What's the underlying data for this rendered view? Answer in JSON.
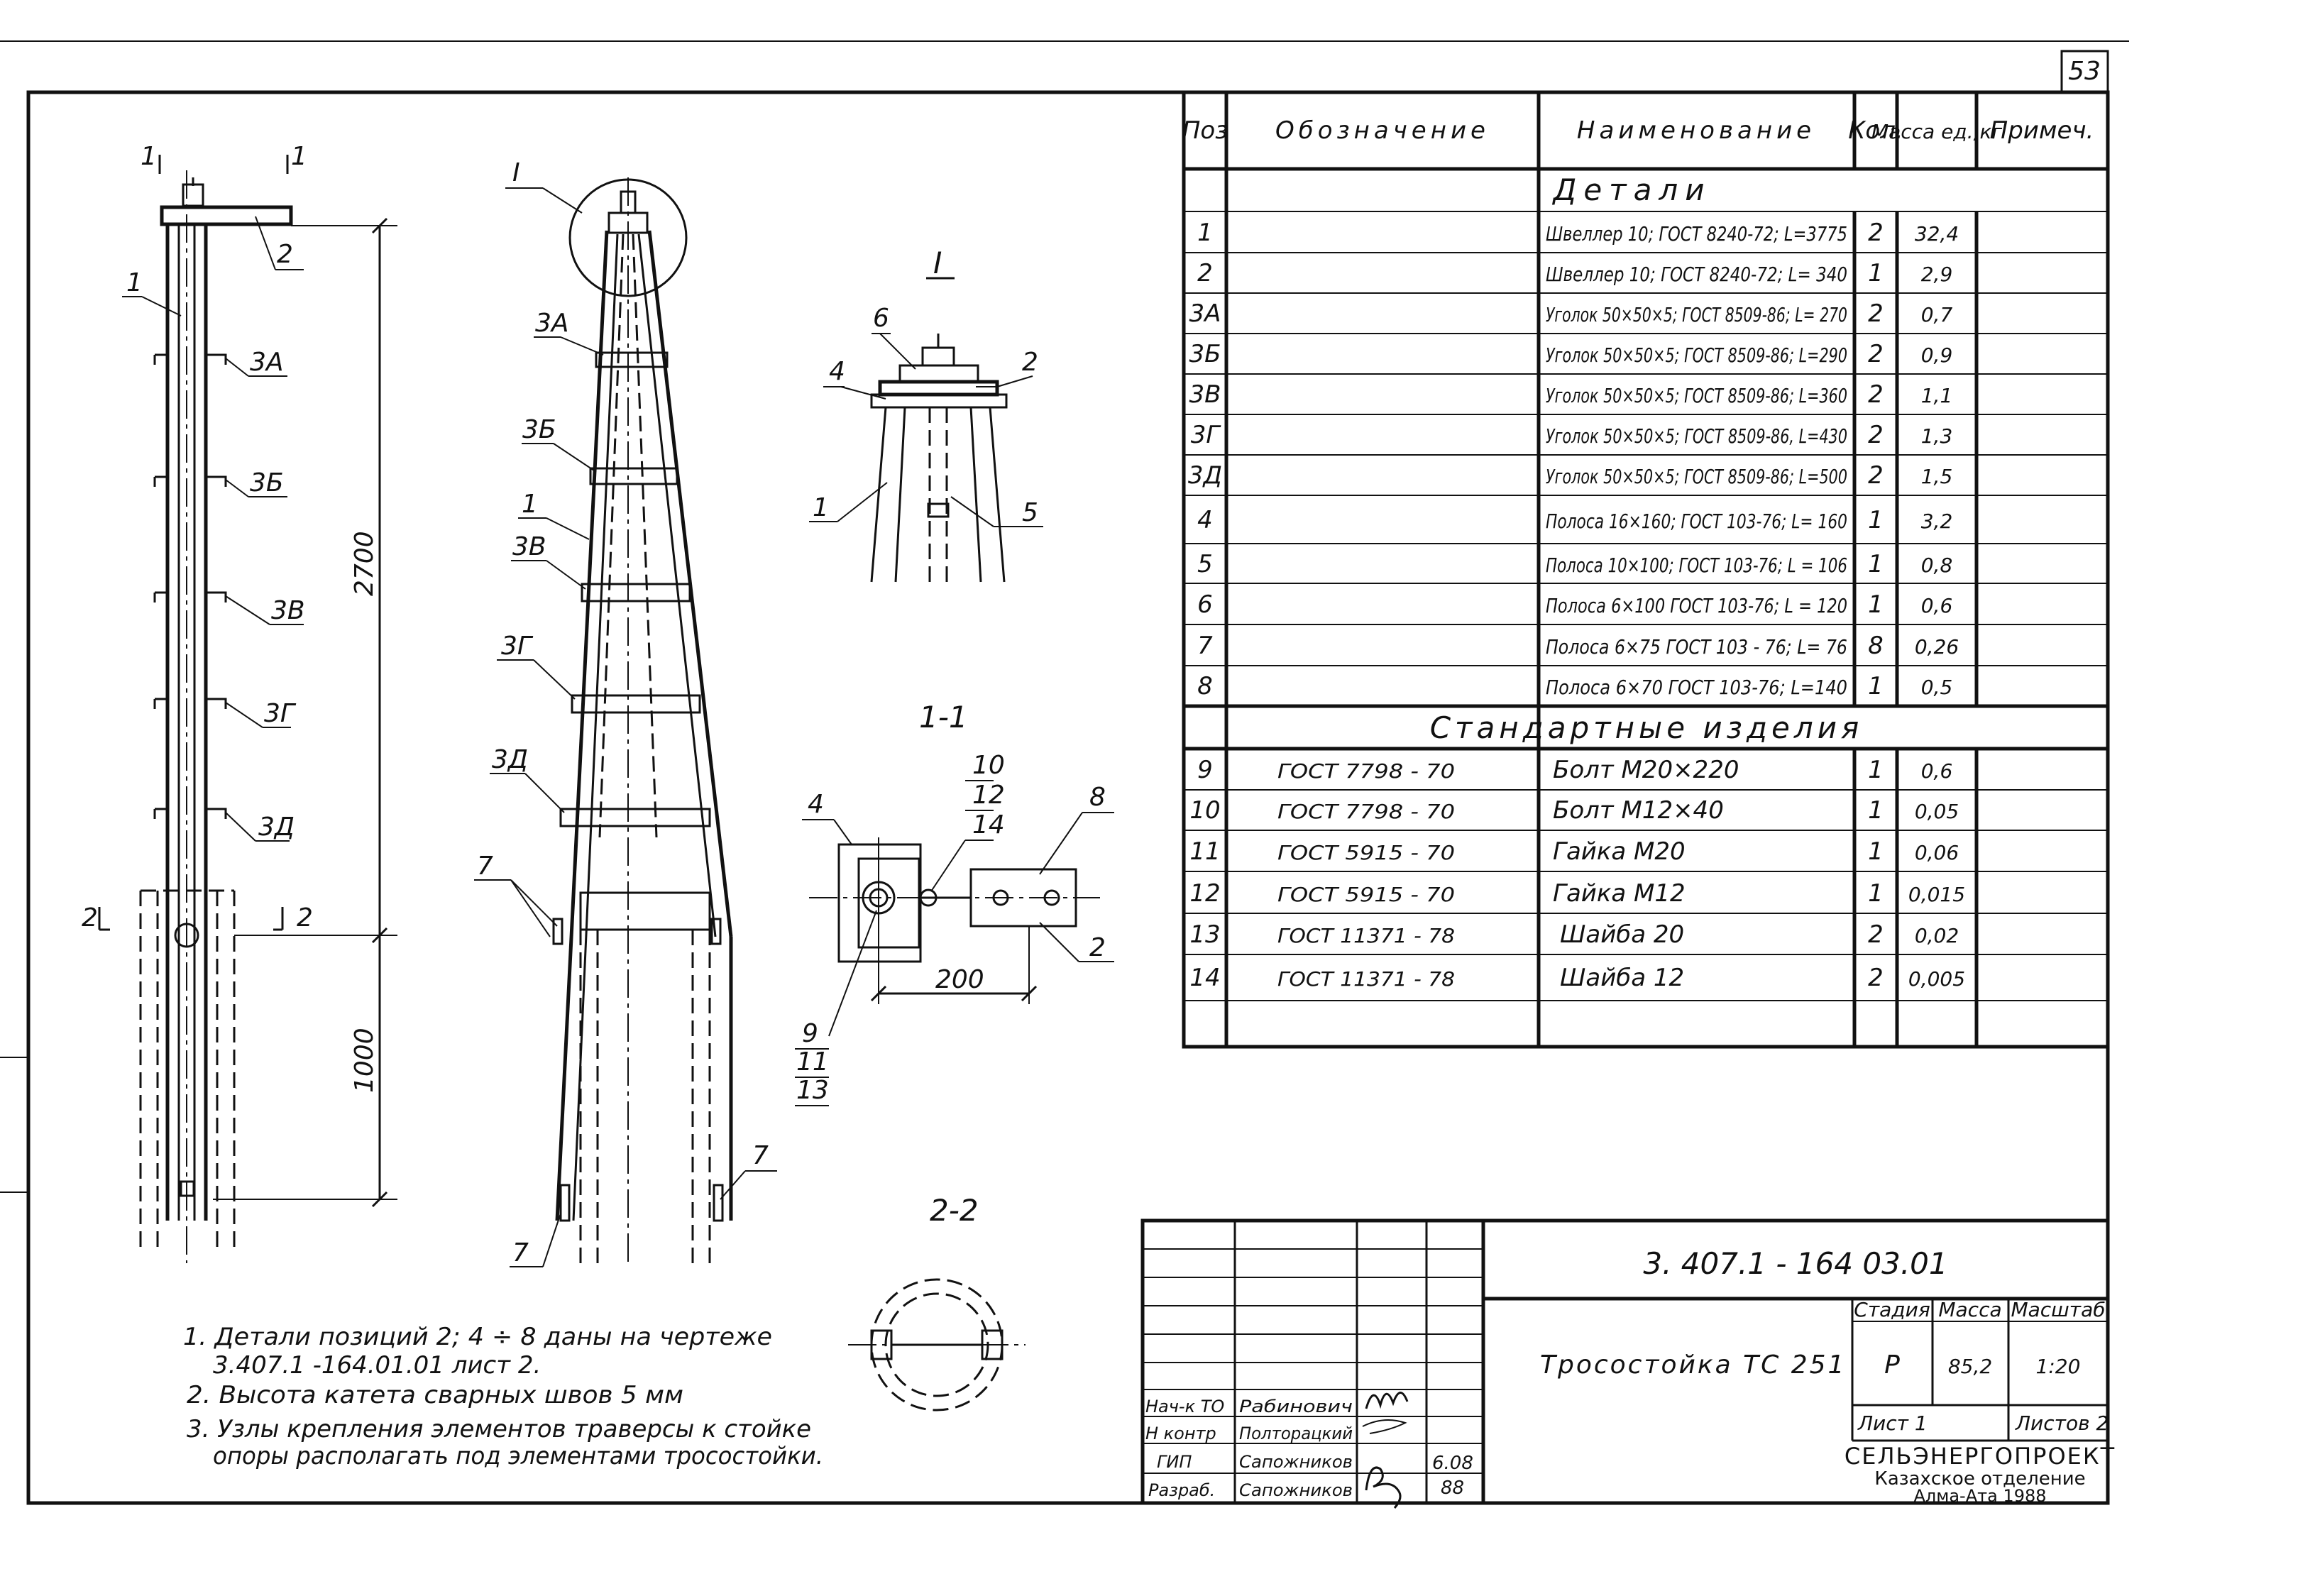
{
  "sheet_number": "53",
  "table": {
    "headers": {
      "pos": "Поз",
      "designation": "Обозначение",
      "name": "Наименование",
      "qty": "Кол.",
      "mass": "Масса ед.,кг",
      "note": "Примеч."
    },
    "section_details": "Детали",
    "details": [
      {
        "pos": "1",
        "designation": "",
        "name": "Швеллер 10; ГОСТ 8240-72; L=3775",
        "qty": "2",
        "mass": "32,4"
      },
      {
        "pos": "2",
        "designation": "",
        "name": "Швеллер 10; ГОСТ 8240-72; L= 340",
        "qty": "1",
        "mass": "2,9"
      },
      {
        "pos": "3А",
        "designation": "",
        "name": "Уголок 50×50×5; ГОСТ 8509-86; L= 270",
        "qty": "2",
        "mass": "0,7"
      },
      {
        "pos": "3Б",
        "designation": "",
        "name": "Уголок 50×50×5; ГОСТ 8509-86; L=290",
        "qty": "2",
        "mass": "0,9"
      },
      {
        "pos": "3В",
        "designation": "",
        "name": "Уголок 50×50×5; ГОСТ 8509-86; L=360",
        "qty": "2",
        "mass": "1,1"
      },
      {
        "pos": "3Г",
        "designation": "",
        "name": "Уголок 50×50×5; ГОСТ 8509-86, L=430",
        "qty": "2",
        "mass": "1,3"
      },
      {
        "pos": "3Д",
        "designation": "",
        "name": "Уголок 50×50×5; ГОСТ 8509-86; L=500",
        "qty": "2",
        "mass": "1,5"
      },
      {
        "pos": "4",
        "designation": "",
        "name": "Полоса 16×160; ГОСТ 103-76; L= 160",
        "qty": "1",
        "mass": "3,2"
      },
      {
        "pos": "5",
        "designation": "",
        "name": "Полоса 10×100; ГОСТ 103-76; L = 106",
        "qty": "1",
        "mass": "0,8"
      },
      {
        "pos": "6",
        "designation": "",
        "name": "Полоса 6×100 ГОСТ 103-76; L = 120",
        "qty": "1",
        "mass": "0,6"
      },
      {
        "pos": "7",
        "designation": "",
        "name": "Полоса 6×75 ГОСТ 103 - 76; L= 76",
        "qty": "8",
        "mass": "0,26"
      },
      {
        "pos": "8",
        "designation": "",
        "name": "Полоса 6×70 ГОСТ 103-76; L=140",
        "qty": "1",
        "mass": "0,5"
      }
    ],
    "section_standard": "Стандартные изделия",
    "standard": [
      {
        "pos": "9",
        "designation": "ГОСТ 7798 - 70",
        "name": "Болт М20×220",
        "qty": "1",
        "mass": "0,6"
      },
      {
        "pos": "10",
        "designation": "ГОСТ 7798 - 70",
        "name": "Болт М12×40",
        "qty": "1",
        "mass": "0,05"
      },
      {
        "pos": "11",
        "designation": "ГОСТ 5915 - 70",
        "name": "Гайка М20",
        "qty": "1",
        "mass": "0,06"
      },
      {
        "pos": "12",
        "designation": "ГОСТ 5915 - 70",
        "name": "Гайка М12",
        "qty": "1",
        "mass": "0,015"
      },
      {
        "pos": "13",
        "designation": "ГОСТ 11371 - 78",
        "name": "Шайба 20",
        "qty": "2",
        "mass": "0,02"
      },
      {
        "pos": "14",
        "designation": "ГОСТ 11371 - 78",
        "name": "Шайба 12",
        "qty": "2",
        "mass": "0,005"
      }
    ]
  },
  "views": {
    "section_1_1_marks": [
      "1",
      "1"
    ],
    "section_2_2_marks": [
      "2",
      "2"
    ],
    "dim_2700": "2700",
    "dim_1000": "1000",
    "dim_200": "200",
    "view_I": "I",
    "view_1_1": "1-1",
    "view_2_2": "2-2",
    "pos_labels_left": [
      "1",
      "2",
      "3А",
      "3Б",
      "3В",
      "3Г",
      "3Д"
    ],
    "pos_labels_front": [
      "I",
      "3А",
      "3Б",
      "1",
      "3В",
      "3Г",
      "3Д",
      "7",
      "7",
      "7"
    ],
    "pos_labels_detail_I": [
      "6",
      "4",
      "2",
      "1",
      "5"
    ],
    "pos_labels_section": [
      "4",
      "10",
      "12",
      "14",
      "8",
      "2",
      "9",
      "11",
      "13"
    ]
  },
  "notes": [
    "1. Детали позиций 2; 4 ÷ 8 даны на чертеже",
    "3.407.1 -164.01.01 лист 2.",
    "2. Высота катета сварных швов 5 мм",
    "3. Узлы крепления элементов траверсы к стойке",
    "опоры располагать под элементами тросостойки."
  ],
  "title_block": {
    "doc_code": "3. 407.1 - 164 03.01",
    "item_title": "Тросостойка ТС 251",
    "col_stage": "Стадия",
    "col_mass": "Масса",
    "col_scale": "Масштаб",
    "stage": "Р",
    "mass": "85,2",
    "scale": "1:20",
    "sheet": "Лист 1",
    "sheets_total": "Листов 2",
    "roles": [
      "Нач-к ТО",
      "Н контр",
      "ГИП",
      "Разраб."
    ],
    "names": [
      "Рабинович",
      "Полторацкий",
      "Сапожников",
      "Сапожников"
    ],
    "date_1": "6.08",
    "date_2": "88",
    "org_1": "СЕЛЬЭНЕРГОПРОЕКТ",
    "org_2": "Казахское отделение",
    "org_3": "Алма-Ата 1988"
  }
}
